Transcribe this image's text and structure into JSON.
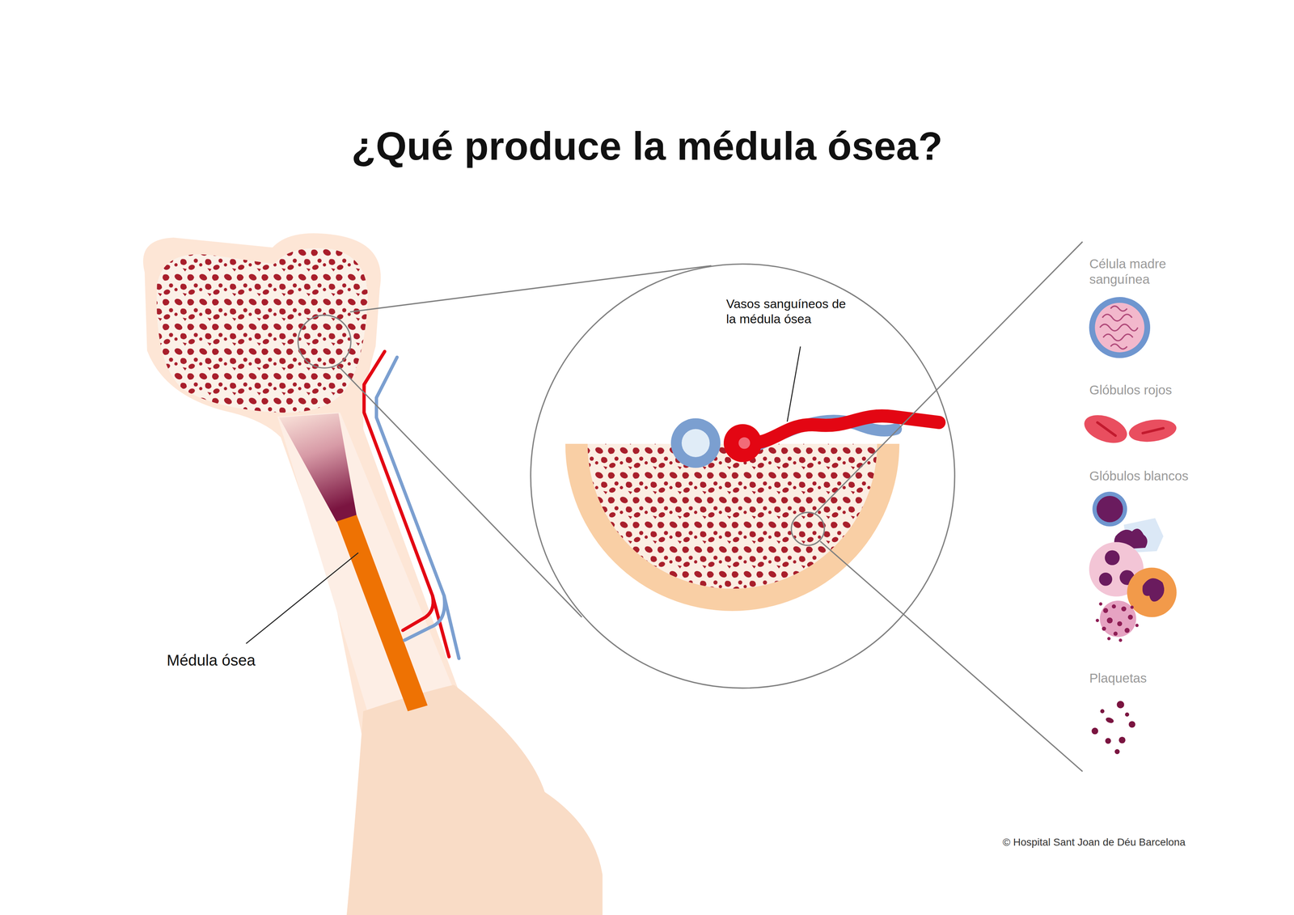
{
  "diagram": {
    "title": "¿Qué produce la médula ósea?",
    "labels": [
      "Médula ósea",
      "Vasos sanguíneos de la médula ósea",
      "Célula madre sanguínea",
      "Glóbulos rojos",
      "Glóbulos blancos",
      "Plaquetas",
      "© Hospital Sant Joan de Déu Barcelona"
    ]
  }
}
